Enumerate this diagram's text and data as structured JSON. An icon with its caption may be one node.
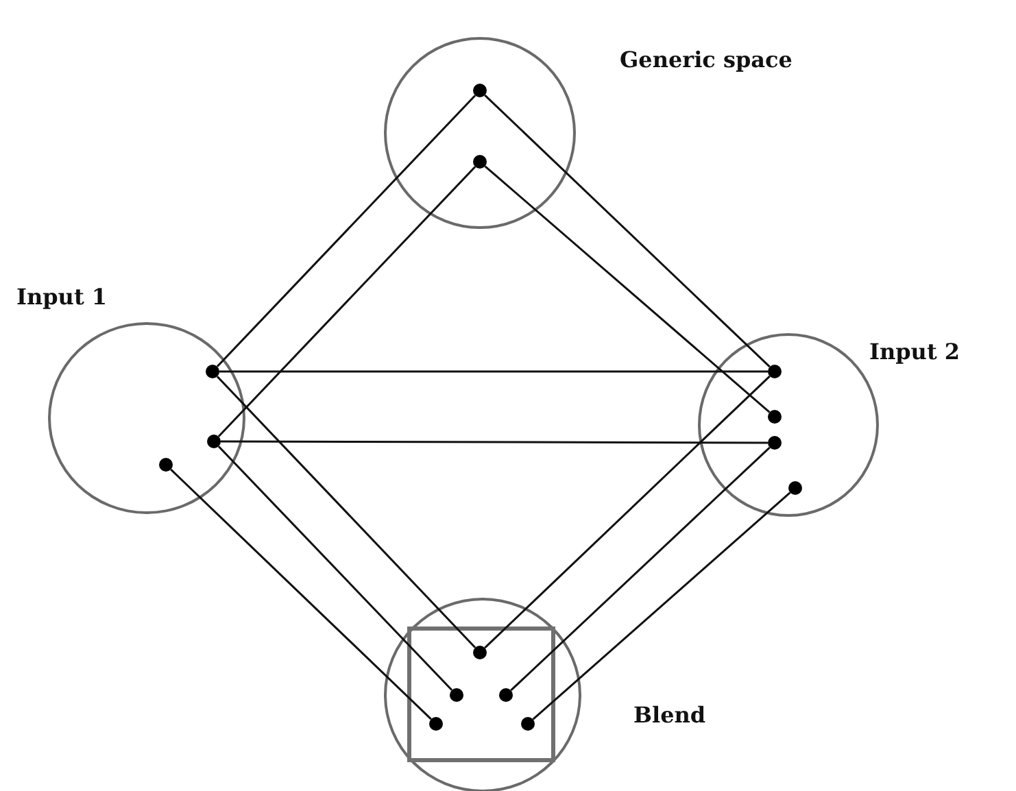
{
  "diagram": {
    "nodes": [
      {
        "text": [
          "Generic space"
        ]
      },
      {
        "text": [],
        "shape": "circle",
        "in": 0
      },
      {
        "text": [],
        "shape": "circle",
        "in": 0
      },
      {
        "text": [
          "Input 1"
        ]
      },
      {
        "text": [],
        "shape": "circle",
        "in": 3
      },
      {
        "text": [],
        "shape": "circle",
        "in": 3
      },
      {
        "text": [],
        "shape": "circle",
        "in": 3
      },
      {
        "text": [
          "Input 2"
        ]
      },
      {
        "text": [],
        "shape": "circle",
        "in": 7
      },
      {
        "text": [],
        "shape": "circle",
        "in": 7
      },
      {
        "text": [],
        "shape": "circle",
        "in": 7
      },
      {
        "text": [],
        "shape": "circle",
        "in": 7
      },
      {
        "text": [
          "Blend"
        ]
      },
      {
        "text": [],
        "shape": "box",
        "in": 12
      },
      {
        "text": [],
        "shape": "circle",
        "in": 13
      },
      {
        "text": [],
        "shape": "circle",
        "in": 13
      },
      {
        "text": [],
        "shape": "circle",
        "in": 13
      },
      {
        "text": [],
        "shape": "circle",
        "in": 13
      },
      {
        "text": [],
        "shape": "circle",
        "in": 13
      }
    ],
    "edges": [
      {
        "from": 1,
        "to": 4,
        "arrow": "none"
      },
      {
        "from": 2,
        "to": 5,
        "arrow": "none"
      },
      {
        "from": 1,
        "to": 8,
        "arrow": "none"
      },
      {
        "from": 2,
        "to": 9,
        "arrow": "none"
      },
      {
        "from": 4,
        "to": 8,
        "arrow": "none"
      },
      {
        "from": 5,
        "to": 10,
        "arrow": "none"
      },
      {
        "from": 4,
        "to": 14,
        "arrow": "none"
      },
      {
        "from": 5,
        "to": 15,
        "arrow": "none"
      },
      {
        "from": 6,
        "to": 17,
        "arrow": "none"
      },
      {
        "from": 8,
        "to": 14,
        "arrow": "none"
      },
      {
        "from": 10,
        "to": 16,
        "arrow": "none"
      },
      {
        "from": 11,
        "to": 18,
        "arrow": "none"
      }
    ]
  }
}
